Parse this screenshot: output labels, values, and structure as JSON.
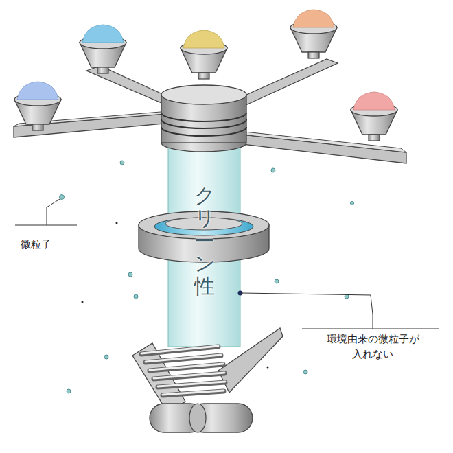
{
  "diagram": {
    "nodes": [
      {
        "text": [
          "クリーン性"
        ]
      }
    ],
    "labels": [
      "微粒子",
      "環境由来の微粒子が 入れない"
    ]
  }
}
